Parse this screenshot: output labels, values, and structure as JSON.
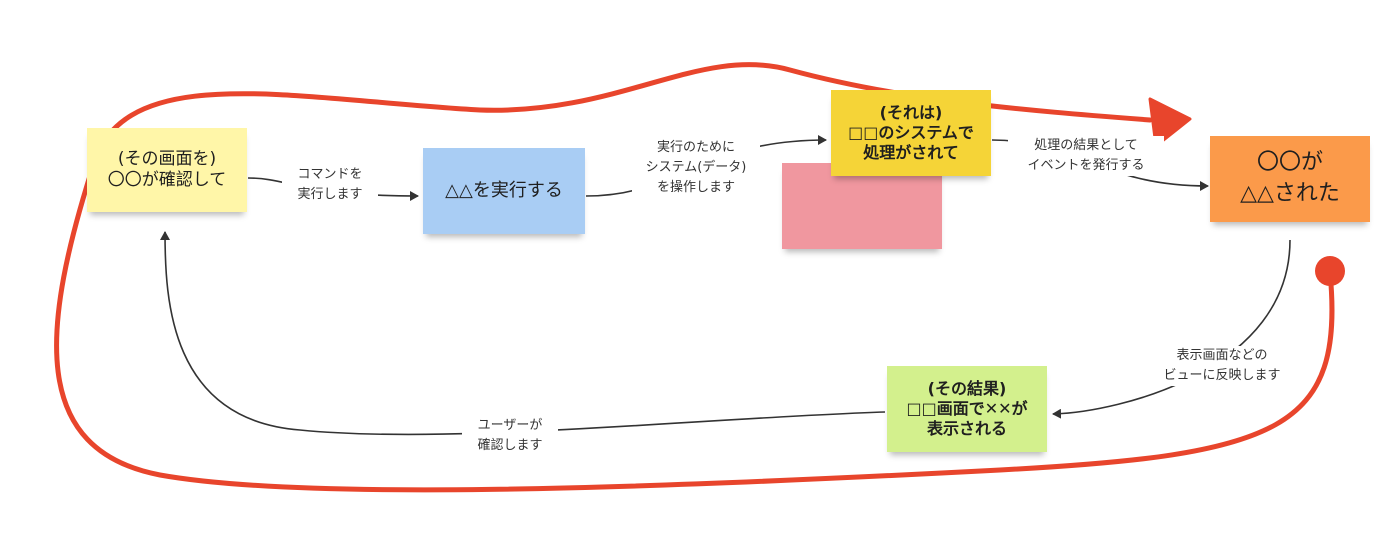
{
  "colors": {
    "yellow_light": "#fff6a8",
    "blue": "#a9cdf4",
    "yellow": "#f5d437",
    "pink": "#f0979f",
    "orange": "#fb9a4a",
    "green": "#d3f08d",
    "loop_red": "#e8452c",
    "connector": "#333333"
  },
  "notes": {
    "screen_check": {
      "line1": "(その画面を)",
      "line2": "〇〇が確認して"
    },
    "execute": {
      "line1": "△△を実行する"
    },
    "system": {
      "line1": "(それは)",
      "line2": "□□のシステムで",
      "line3": "処理がされて"
    },
    "event": {
      "line1": "〇〇が",
      "line2": "△△された"
    },
    "result": {
      "line1": "(その結果)",
      "line2": "□□画面で✕✕が",
      "line3": "表示される"
    }
  },
  "edges": {
    "command": {
      "line1": "コマンドを",
      "line2": "実行します"
    },
    "operate": {
      "line1": "実行のために",
      "line2": "システム(データ)",
      "line3": "を操作します"
    },
    "publish": {
      "line1": "処理の結果として",
      "line2": "イベントを発行する"
    },
    "reflect": {
      "line1": "表示画面などの",
      "line2": "ビューに反映します"
    },
    "confirm": {
      "line1": "ユーザーが",
      "line2": "確認します"
    }
  }
}
